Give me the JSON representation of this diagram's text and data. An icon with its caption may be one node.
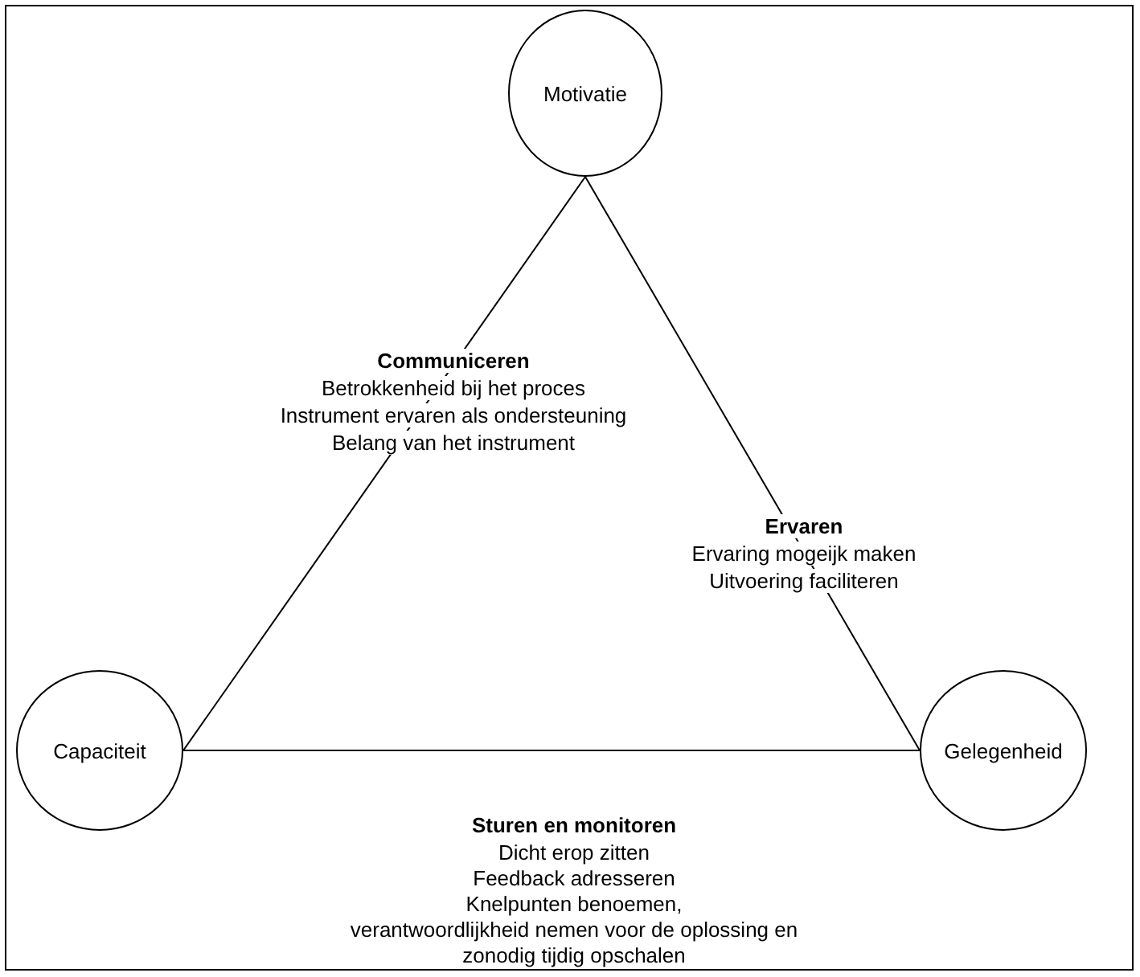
{
  "diagram": {
    "nodes": [
      {
        "text": [
          "Motivatie"
        ]
      },
      {
        "text": [
          "Capaciteit"
        ]
      },
      {
        "text": [
          "Gelegenheid"
        ]
      }
    ],
    "edges": [
      {
        "from": 0,
        "to": 1,
        "arrow": "none"
      },
      {
        "from": 1,
        "to": 2,
        "arrow": "none"
      },
      {
        "from": 2,
        "to": 0,
        "arrow": "none"
      }
    ],
    "labels": [
      "Communiceren",
      "Betrokkenheid bij het proces",
      "Instrument ervaren als ondersteuning",
      "Belang van het instrument",
      "Ervaren",
      "Ervaring mogeijk maken",
      "Uitvoering faciliteren",
      "Sturen en monitoren",
      "Dicht erop zitten",
      "Feedback adresseren",
      "Knelpunten benoemen,",
      "verantwoordlijkheid nemen voor de oplossing en",
      "zonodig tijdig opschalen"
    ]
  }
}
